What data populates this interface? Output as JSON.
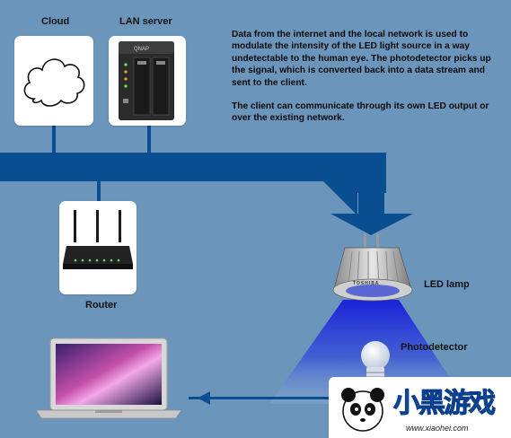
{
  "labels": {
    "cloud": "Cloud",
    "lan_server": "LAN server",
    "router": "Router",
    "led_lamp": "LED lamp",
    "photodetector": "Photodetector"
  },
  "description": {
    "paragraph1": "Data from the internet and the local network is used to modulate the intensity of the LED light source in a way undetectable to the human eye. The photodetector picks up the signal, which is converted back into a data stream and sent to the client.",
    "paragraph2": "The client can communicate through its own LED output or over the existing network."
  },
  "devices": {
    "lamp_brand": "TOSHIBA",
    "server_brand": "QNAP"
  },
  "watermark": {
    "text": "小黑游戏",
    "url": "www.xiaohei.com"
  },
  "colors": {
    "background": "#6c95bc",
    "bus": "#0a4e92",
    "arrow": "#0a4e92",
    "light_beam": "#2f3fcf"
  }
}
